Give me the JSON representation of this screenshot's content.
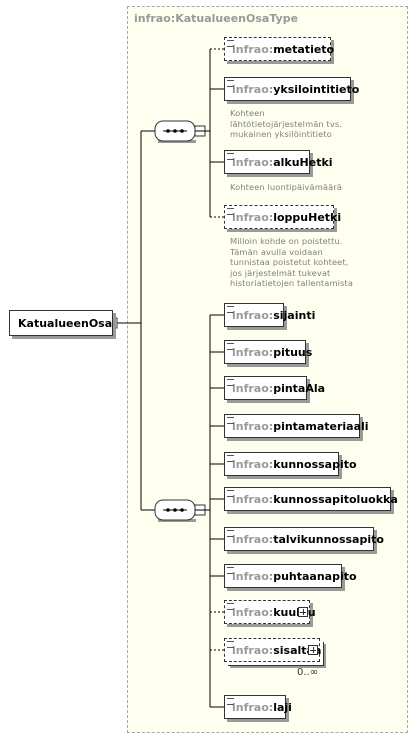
{
  "type_name": "infrao:KatualueenOsaType",
  "root": {
    "name": "KatualueenOsa"
  },
  "sequence1": [
    {
      "ns": "infrao:",
      "name": "metatieto",
      "optional": true,
      "doc": []
    },
    {
      "ns": "infrao:",
      "name": "yksilointitieto",
      "optional": false,
      "doc": [
        "Kohteen",
        "lähtötietojärjestelmän tvs.",
        "mukainen yksilöintitieto"
      ]
    },
    {
      "ns": "infrao:",
      "name": "alkuHetki",
      "optional": false,
      "doc": [
        "Kohteen luontipäivämäärä"
      ]
    },
    {
      "ns": "infrao:",
      "name": "loppuHetki",
      "optional": true,
      "doc": [
        "Milloin kohde on poistettu.",
        "Tämän avulla voidaan",
        "tunnistaa poistetut kohteet,",
        "jos järjestelmät tukevat",
        "historiatietojen tallentamista"
      ]
    }
  ],
  "sequence2": [
    {
      "ns": "infrao:",
      "name": "sijainti",
      "optional": false
    },
    {
      "ns": "infrao:",
      "name": "pituus",
      "optional": false
    },
    {
      "ns": "infrao:",
      "name": "pintaAla",
      "optional": false
    },
    {
      "ns": "infrao:",
      "name": "pintamateriaali",
      "optional": false
    },
    {
      "ns": "infrao:",
      "name": "kunnossapito",
      "optional": false
    },
    {
      "ns": "infrao:",
      "name": "kunnossapitoluokka",
      "optional": false
    },
    {
      "ns": "infrao:",
      "name": "talvikunnossapito",
      "optional": false
    },
    {
      "ns": "infrao:",
      "name": "puhtaanapito",
      "optional": false
    },
    {
      "ns": "infrao:",
      "name": "kuuluu",
      "optional": true,
      "expandable": true
    },
    {
      "ns": "infrao:",
      "name": "sisaltaa",
      "optional": true,
      "expandable": true,
      "multiple": true,
      "cardinality": "0..∞"
    },
    {
      "ns": "infrao:",
      "name": "laji",
      "optional": false
    }
  ]
}
